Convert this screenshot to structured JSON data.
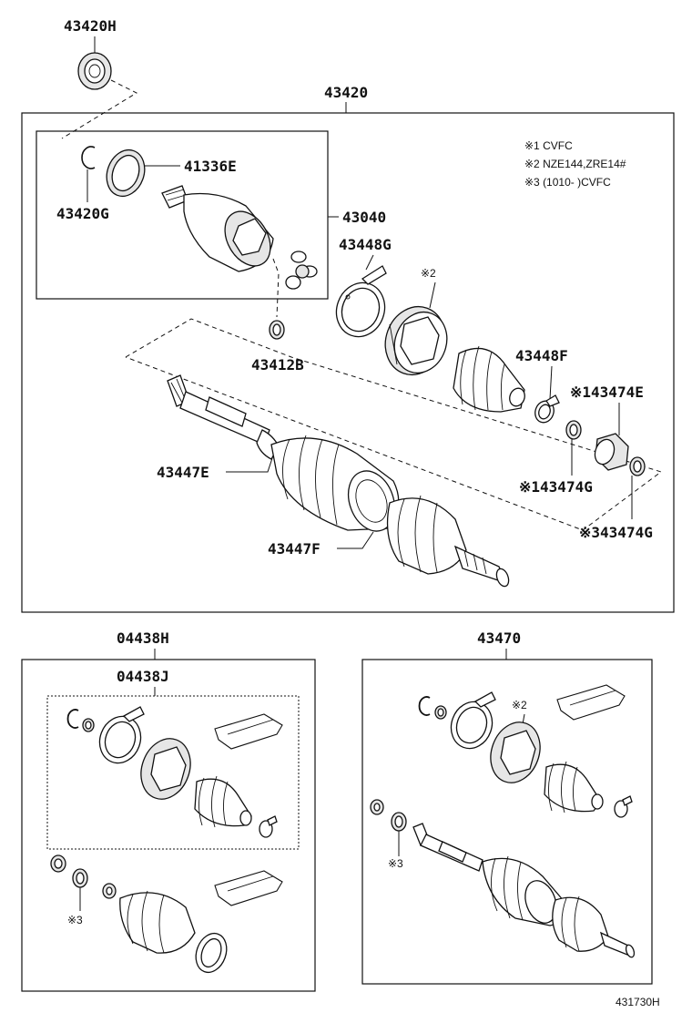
{
  "figure_code": "431730H",
  "main_assembly": {
    "label": "43420",
    "notes": [
      "※1 CVFC",
      "※2 NZE144,ZRE14#",
      "※3 (1010-        )CVFC"
    ]
  },
  "inner_joint_box": {
    "label": "43040"
  },
  "parts": {
    "p43420H": "43420H",
    "p41336E": "41336E",
    "p43420G": "43420G",
    "p43448G": "43448G",
    "p43412B": "43412B",
    "p43448F": "43448F",
    "p43474E": "※143474E",
    "p43474G_1": "※143474G",
    "p43474G_3": "※343474G",
    "p43447E": "43447E",
    "p43447F": "43447F",
    "mark2_main": "※2"
  },
  "boot_kit_outer": {
    "label": "04438H"
  },
  "boot_kit_inner": {
    "label": "04438J"
  },
  "boot_kit_mark3": "※3",
  "shaft_assembly": {
    "label": "43470",
    "mark2": "※2",
    "mark3": "※3"
  }
}
